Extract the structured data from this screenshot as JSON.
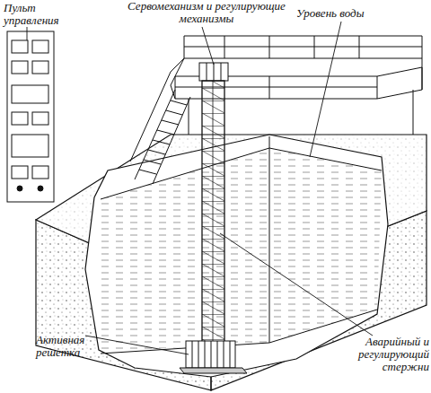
{
  "diagram": {
    "labels": [
      "Пульт управления",
      "Сервомеханизм и регулирующие механизмы",
      "Уровень воды",
      "Активная решетка",
      "Аварийный и регулирующий стержни"
    ]
  }
}
